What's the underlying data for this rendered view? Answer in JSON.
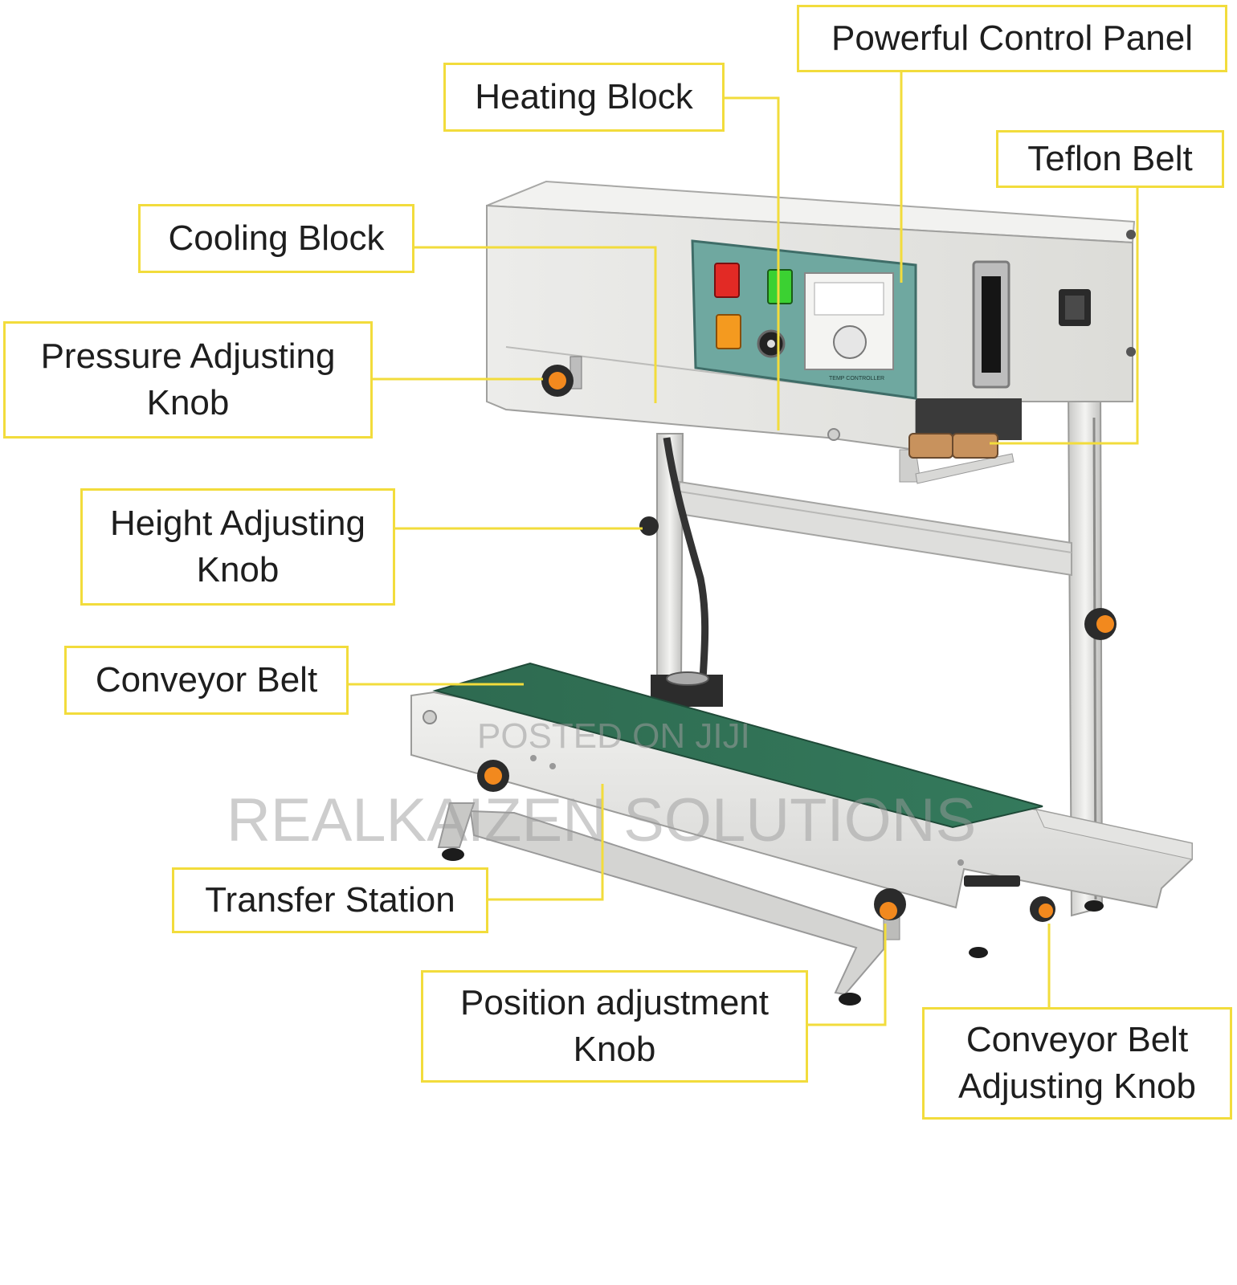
{
  "labels": {
    "control_panel": "Powerful Control Panel",
    "heating_block": "Heating Block",
    "teflon_belt": "Teflon Belt",
    "cooling_block": "Cooling Block",
    "pressure_knob_line1": "Pressure Adjusting",
    "pressure_knob_line2": "Knob",
    "height_knob_line1": "Height Adjusting",
    "height_knob_line2": "Knob",
    "conveyor_belt": "Conveyor Belt",
    "transfer_station": "Transfer Station",
    "position_knob_line1": "Position adjustment",
    "position_knob_line2": "Knob",
    "conveyor_knob_line1": "Conveyor Belt",
    "conveyor_knob_line2": "Adjusting Knob"
  },
  "panel": {
    "controller_label": "TEMP CONTROLLER"
  },
  "watermark": {
    "line1": "POSTED ON JIJI",
    "line2": "REALKAIZEN SOLUTIONS"
  },
  "colors": {
    "callout_border": "#f2dc3c",
    "belt_green": "#2f6e52",
    "panel_teal": "#6fa8a0",
    "knob_orange": "#f2891e"
  }
}
